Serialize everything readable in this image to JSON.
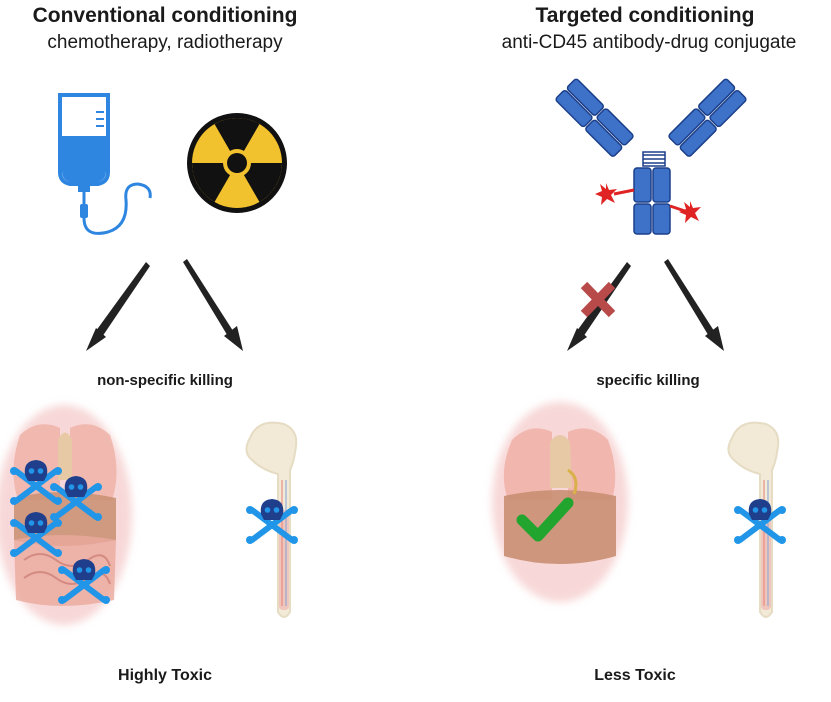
{
  "left": {
    "title": "Conventional conditioning",
    "subtitle": "chemotherapy, radiotherapy",
    "mechanism": "non-specific killing",
    "outcome": "Highly Toxic"
  },
  "right": {
    "title": "Targeted conditioning",
    "subtitle": "anti-CD45 antibody-drug conjugate",
    "mechanism": "specific killing",
    "outcome": "Less Toxic"
  },
  "icons": {
    "iv_bag": "iv-bag-icon",
    "radiation": "radiation-icon",
    "antibody": "antibody-drug-conjugate-icon",
    "organs": "organs-icon",
    "bone": "femur-bone-icon",
    "skull": "skull-crossbones-icon",
    "check": "check-icon",
    "blocked": "x-mark-icon"
  },
  "colors": {
    "toxic_blue": "#2196e8",
    "skull_navy": "#1f3f8c",
    "check_green": "#22a52f",
    "block_red": "#b84a4a",
    "antibody_blue": "#3d72c8",
    "payload_red": "#e02424",
    "radiation_yellow": "#f2c12e"
  }
}
